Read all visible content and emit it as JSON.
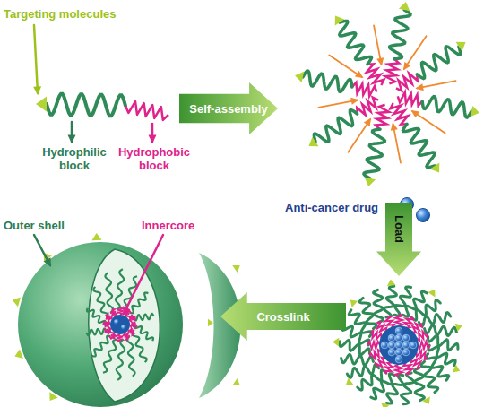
{
  "diagram": {
    "nodes": [
      {
        "text": [
          "Self-assembly"
        ]
      },
      {
        "text": [
          "Load"
        ]
      },
      {
        "text": [
          "Crosslink"
        ]
      }
    ],
    "labels": [
      "Targeting molecules",
      "Hydrophilic block",
      "Hydrophobic block",
      "Anti-cancer drug",
      "Outer shell",
      "Innercore"
    ]
  }
}
